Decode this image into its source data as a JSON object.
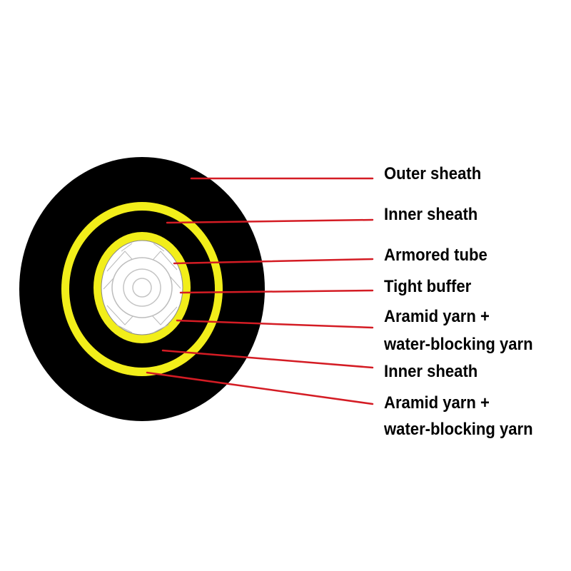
{
  "labels": {
    "outer_sheath": "Outer sheath",
    "inner_sheath_1": "Inner sheath",
    "armored_tube": "Armored tube",
    "tight_buffer": "Tight buffer",
    "aramid_1_line1": "Aramid yarn +",
    "aramid_1_line2": "water-blocking yarn",
    "inner_sheath_2": "Inner sheath",
    "aramid_2_line1": "Aramid yarn +",
    "aramid_2_line2": "water-blocking yarn"
  },
  "colors": {
    "background": "#ffffff",
    "sheath": "#000000",
    "yarn_layer": "#f2ee1a",
    "armored_tube": "#ffffff",
    "tight_buffer": "#d9d9d9",
    "leader_line": "#d41c24",
    "text": "#000000"
  }
}
